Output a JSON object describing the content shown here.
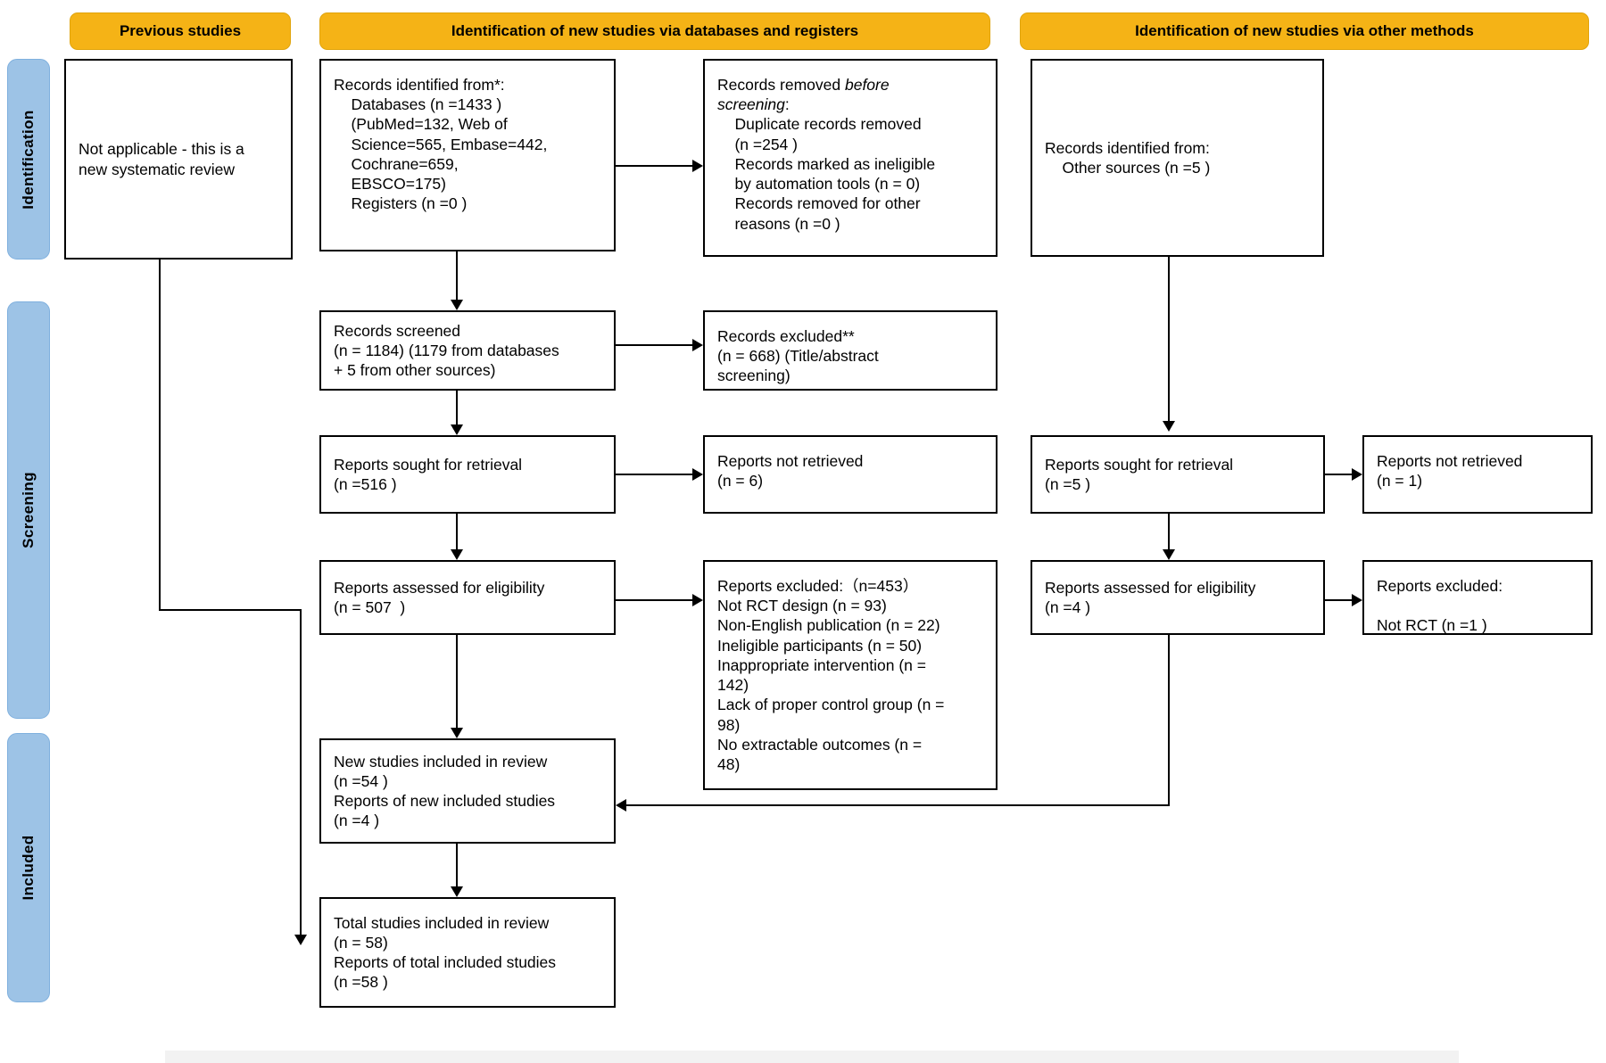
{
  "diagram": {
    "title": "PRISMA 2020 flow diagram",
    "colors": {
      "banner": "#F5B316",
      "phase": "#9DC3E6",
      "box_border": "#000000",
      "background": "#FFFFFF"
    }
  },
  "banners": {
    "previous": "Previous studies",
    "databases": "Identification of new studies via databases and registers",
    "other": "Identification of new studies via other methods"
  },
  "phases": {
    "identification": "Identification",
    "screening": "Screening",
    "included": "Included"
  },
  "boxes": {
    "previous_na": "Not applicable - this is a\nnew systematic review",
    "records_identified": "Records identified from*:\n    Databases (n =1433 )\n    (PubMed=132, Web of\n    Science=565, Embase=442,\n    Cochrane=659,\n    EBSCO=175)\n    Registers (n =0 )",
    "records_removed_pre": "Records removed before\nscreening:\n    Duplicate records removed\n    (n =254 )\n    Records marked as ineligible\n    by automation tools (n = 0)\n    Records removed for other\n    reasons (n =0 )",
    "records_removed_pre_italic_1": "before",
    "records_removed_pre_italic_2": "screening",
    "other_sources": "Records identified from:\n    Other sources (n =5 )",
    "records_screened": "Records screened\n(n = 1184) (1179 from databases\n+ 5 from other sources)",
    "records_excluded": "Records excluded**\n(n = 668) (Title/abstract\nscreening)",
    "reports_sought_db": "Reports sought for retrieval\n(n =516 )",
    "reports_not_retrieved_db": "Reports not retrieved\n(n = 6)",
    "reports_assessed_db": "Reports assessed for eligibility\n(n = 507  )",
    "reports_excluded_db": "Reports excluded:（n=453）\nNot RCT design (n = 93)\nNon-English publication (n = 22)\nIneligible participants (n = 50)\nInappropriate intervention (n =\n142)\nLack of proper control group (n =\n98)\nNo extractable outcomes (n =\n48)",
    "reports_sought_other": "Reports sought for retrieval\n(n =5 )",
    "reports_not_retrieved_other": "Reports not retrieved\n(n = 1)",
    "reports_assessed_other": "Reports assessed for eligibility\n(n =4 )",
    "reports_excluded_other": "Reports excluded:\n\nNot RCT (n =1 )",
    "new_studies_included": "New studies included in review\n(n =54 )\nReports of new included studies\n(n =4 )",
    "total_studies_included": "Total studies included in review\n(n = 58)\nReports of total included studies\n(n =58 )"
  },
  "counts": {
    "databases_total": 1433,
    "pubmed": 132,
    "web_of_science": 565,
    "embase": 442,
    "cochrane": 659,
    "ebsco": 175,
    "registers": 0,
    "duplicates_removed": 254,
    "ineligible_automation": 0,
    "removed_other_reasons": 0,
    "other_sources": 5,
    "records_screened": 1184,
    "from_databases": 1179,
    "from_other_sources": 5,
    "records_excluded": 668,
    "reports_sought_db": 516,
    "reports_not_retrieved_db": 6,
    "reports_assessed_db": 507,
    "reports_excluded_db_total": 453,
    "not_rct_design": 93,
    "non_english": 22,
    "ineligible_participants": 50,
    "inappropriate_intervention": 142,
    "lack_control_group": 98,
    "no_extractable_outcomes": 48,
    "reports_sought_other": 5,
    "reports_not_retrieved_other": 1,
    "reports_assessed_other": 4,
    "reports_excluded_other_not_rct": 1,
    "new_studies_included": 54,
    "reports_new_included": 4,
    "total_studies_included": 58,
    "reports_total_included": 58
  }
}
